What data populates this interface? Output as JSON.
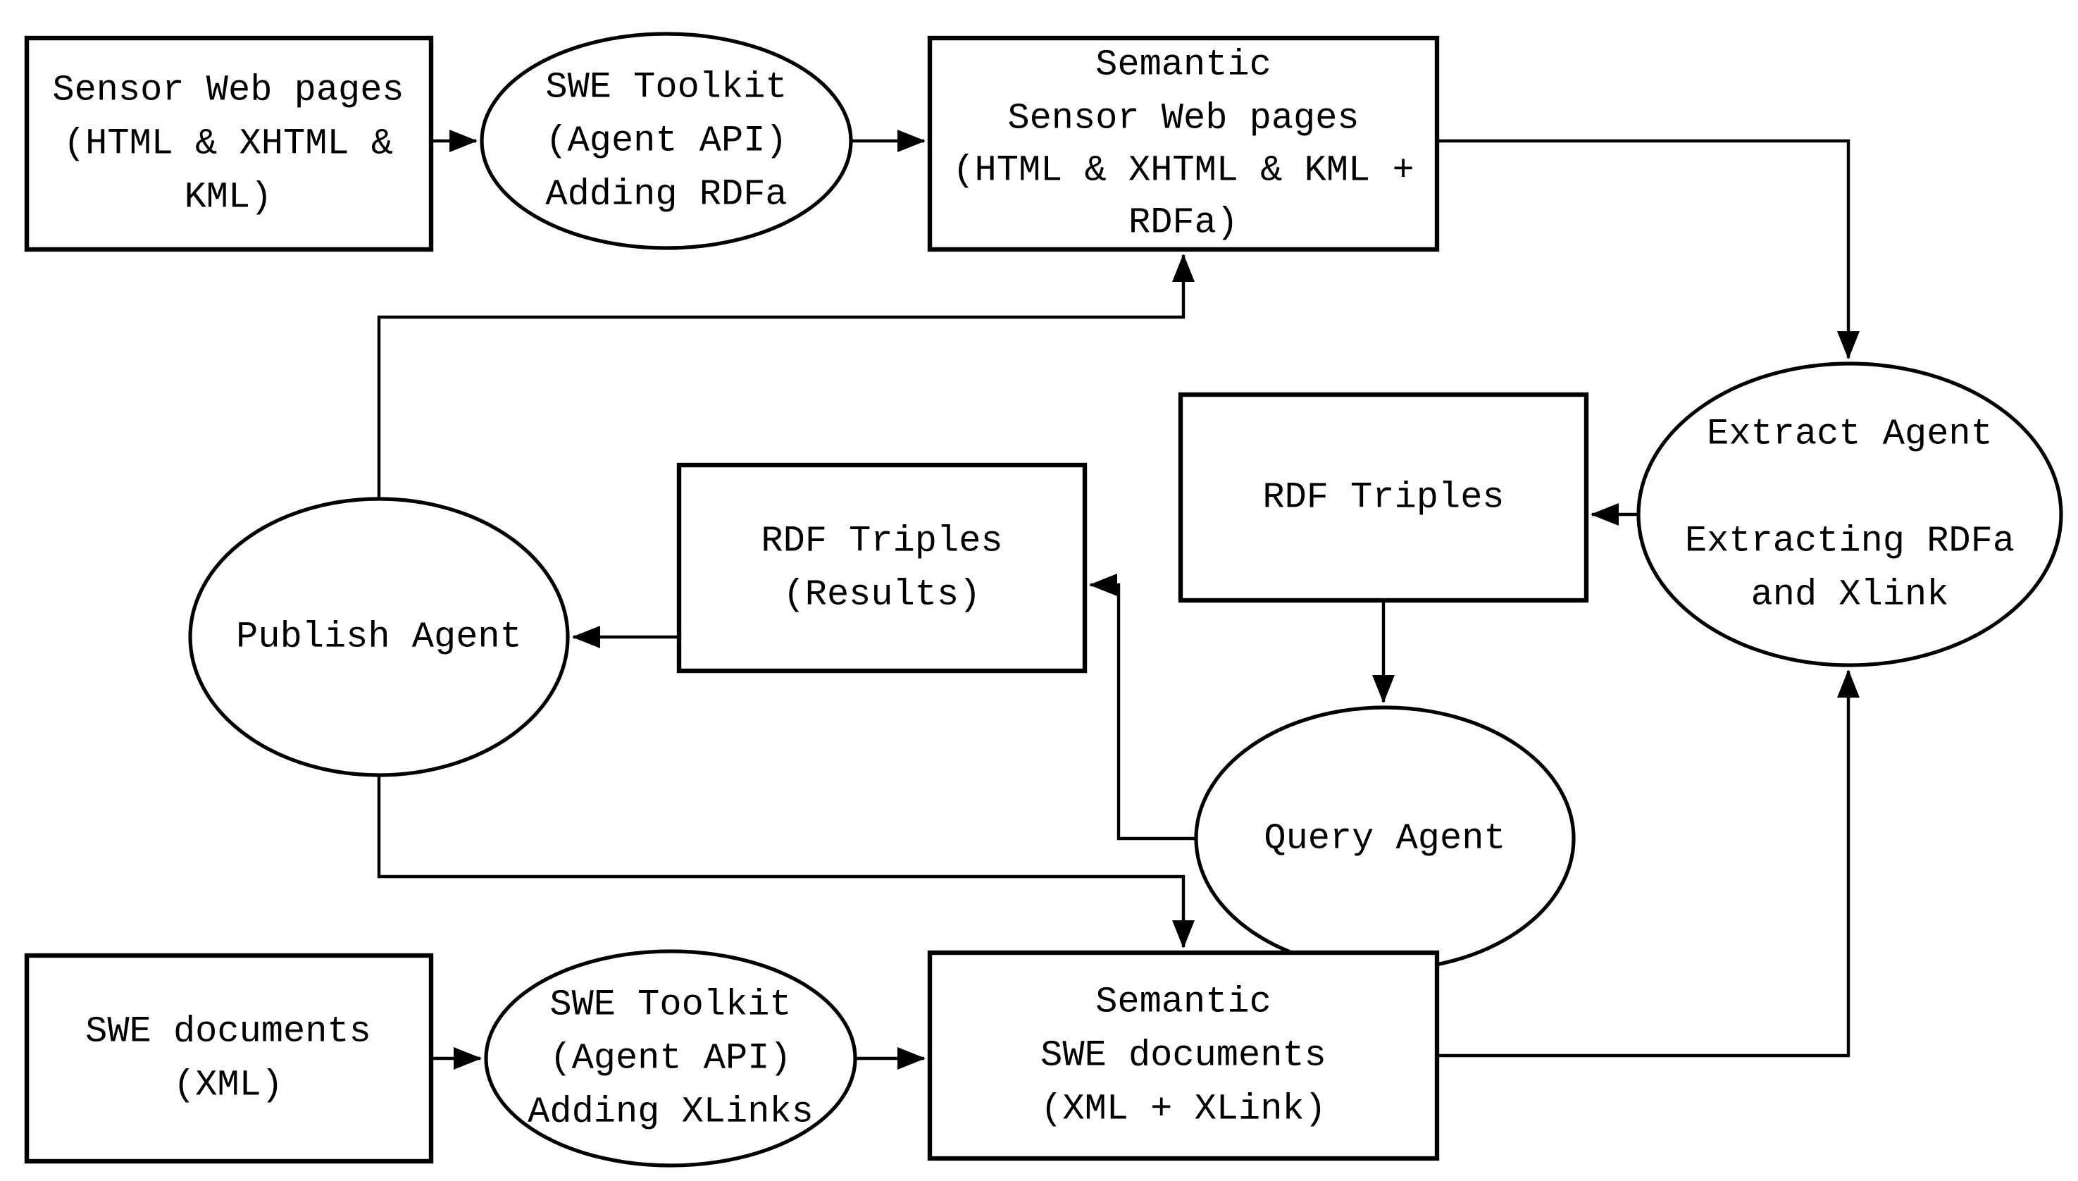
{
  "diagram": {
    "colors": {
      "stroke": "#000000",
      "background": "#ffffff"
    },
    "nodes": {
      "sensor_web_pages": {
        "shape": "rect",
        "lines": [
          "Sensor Web pages",
          "(HTML & XHTML &",
          "KML)"
        ]
      },
      "swe_toolkit_rdfa": {
        "shape": "ellipse",
        "lines": [
          "SWE Toolkit",
          "(Agent API)",
          "Adding RDFa"
        ]
      },
      "semantic_sensor_web_pages": {
        "shape": "rect",
        "lines": [
          "Semantic",
          "Sensor Web pages",
          "(HTML & XHTML & KML +",
          "RDFa)"
        ]
      },
      "extract_agent": {
        "shape": "ellipse",
        "lines": [
          "Extract Agent",
          "",
          "Extracting RDFa",
          "and Xlink"
        ]
      },
      "rdf_triples": {
        "shape": "rect",
        "lines": [
          "RDF Triples"
        ]
      },
      "rdf_triples_results": {
        "shape": "rect",
        "lines": [
          "RDF Triples",
          "(Results)"
        ]
      },
      "publish_agent": {
        "shape": "ellipse",
        "lines": [
          "Publish Agent"
        ]
      },
      "query_agent": {
        "shape": "ellipse",
        "lines": [
          "Query Agent"
        ]
      },
      "swe_documents": {
        "shape": "rect",
        "lines": [
          "SWE documents",
          "(XML)"
        ]
      },
      "swe_toolkit_xlinks": {
        "shape": "ellipse",
        "lines": [
          "SWE Toolkit",
          "(Agent API)",
          "Adding XLinks"
        ]
      },
      "semantic_swe_documents": {
        "shape": "rect",
        "lines": [
          "Semantic",
          "SWE documents",
          "(XML + XLink)"
        ]
      }
    },
    "edges": [
      {
        "from": "sensor_web_pages",
        "to": "swe_toolkit_rdfa"
      },
      {
        "from": "swe_toolkit_rdfa",
        "to": "semantic_sensor_web_pages"
      },
      {
        "from": "semantic_sensor_web_pages",
        "to": "extract_agent"
      },
      {
        "from": "extract_agent",
        "to": "rdf_triples"
      },
      {
        "from": "rdf_triples",
        "to": "query_agent"
      },
      {
        "from": "query_agent",
        "to": "rdf_triples_results"
      },
      {
        "from": "rdf_triples_results",
        "to": "publish_agent"
      },
      {
        "from": "publish_agent",
        "to": "semantic_sensor_web_pages"
      },
      {
        "from": "publish_agent",
        "to": "semantic_swe_documents"
      },
      {
        "from": "swe_documents",
        "to": "swe_toolkit_xlinks"
      },
      {
        "from": "swe_toolkit_xlinks",
        "to": "semantic_swe_documents"
      },
      {
        "from": "semantic_swe_documents",
        "to": "extract_agent"
      }
    ]
  }
}
